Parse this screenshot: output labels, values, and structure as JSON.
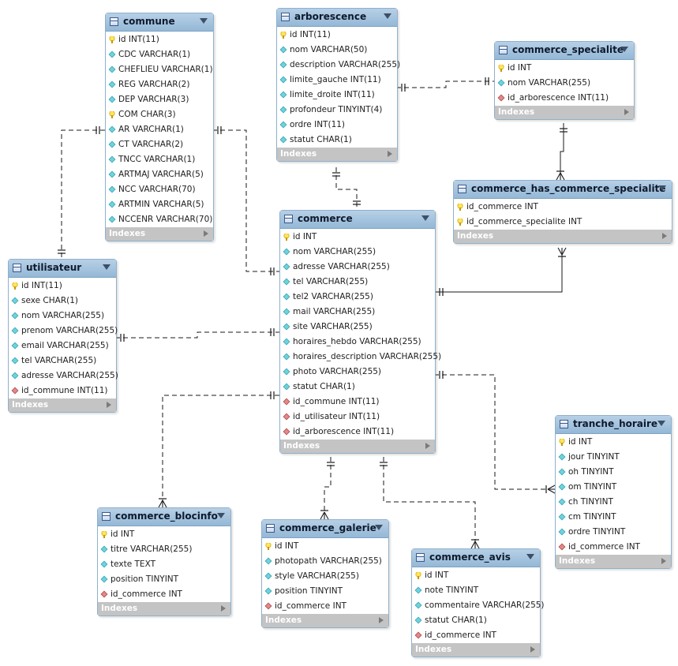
{
  "indexes_label": "Indexes",
  "tables": [
    {
      "name": "commune",
      "columns": [
        {
          "text": "id INT(11)",
          "kind": "pk"
        },
        {
          "text": "CDC VARCHAR(1)",
          "kind": "col"
        },
        {
          "text": "CHEFLIEU VARCHAR(1)",
          "kind": "col"
        },
        {
          "text": "REG VARCHAR(2)",
          "kind": "col"
        },
        {
          "text": "DEP VARCHAR(3)",
          "kind": "col"
        },
        {
          "text": "COM CHAR(3)",
          "kind": "pk"
        },
        {
          "text": "AR VARCHAR(1)",
          "kind": "col"
        },
        {
          "text": "CT VARCHAR(2)",
          "kind": "col"
        },
        {
          "text": "TNCC VARCHAR(1)",
          "kind": "col"
        },
        {
          "text": "ARTMAJ VARCHAR(5)",
          "kind": "col"
        },
        {
          "text": "NCC VARCHAR(70)",
          "kind": "col"
        },
        {
          "text": "ARTMIN VARCHAR(5)",
          "kind": "col"
        },
        {
          "text": "NCCENR VARCHAR(70)",
          "kind": "col"
        }
      ]
    },
    {
      "name": "arborescence",
      "columns": [
        {
          "text": "id INT(11)",
          "kind": "pk"
        },
        {
          "text": "nom VARCHAR(50)",
          "kind": "col"
        },
        {
          "text": "description VARCHAR(255)",
          "kind": "col"
        },
        {
          "text": "limite_gauche INT(11)",
          "kind": "col"
        },
        {
          "text": "limite_droite INT(11)",
          "kind": "col"
        },
        {
          "text": "profondeur TINYINT(4)",
          "kind": "col"
        },
        {
          "text": "ordre INT(11)",
          "kind": "col"
        },
        {
          "text": "statut CHAR(1)",
          "kind": "col"
        }
      ]
    },
    {
      "name": "commerce_specialite",
      "columns": [
        {
          "text": "id INT",
          "kind": "pk"
        },
        {
          "text": "nom VARCHAR(255)",
          "kind": "col"
        },
        {
          "text": "id_arborescence INT(11)",
          "kind": "fk"
        }
      ]
    },
    {
      "name": "commerce_has_commerce_specialite",
      "columns": [
        {
          "text": "id_commerce INT",
          "kind": "pk"
        },
        {
          "text": "id_commerce_specialite INT",
          "kind": "pk"
        }
      ]
    },
    {
      "name": "utilisateur",
      "columns": [
        {
          "text": "id INT(11)",
          "kind": "pk"
        },
        {
          "text": "sexe CHAR(1)",
          "kind": "col"
        },
        {
          "text": "nom VARCHAR(255)",
          "kind": "col"
        },
        {
          "text": "prenom VARCHAR(255)",
          "kind": "col"
        },
        {
          "text": "email VARCHAR(255)",
          "kind": "col"
        },
        {
          "text": "tel VARCHAR(255)",
          "kind": "col"
        },
        {
          "text": "adresse VARCHAR(255)",
          "kind": "col"
        },
        {
          "text": "id_commune INT(11)",
          "kind": "fk"
        }
      ]
    },
    {
      "name": "commerce",
      "columns": [
        {
          "text": "id INT",
          "kind": "pk"
        },
        {
          "text": "nom VARCHAR(255)",
          "kind": "col"
        },
        {
          "text": "adresse VARCHAR(255)",
          "kind": "col"
        },
        {
          "text": "tel VARCHAR(255)",
          "kind": "col"
        },
        {
          "text": "tel2 VARCHAR(255)",
          "kind": "col"
        },
        {
          "text": "mail VARCHAR(255)",
          "kind": "col"
        },
        {
          "text": "site VARCHAR(255)",
          "kind": "col"
        },
        {
          "text": "horaires_hebdo VARCHAR(255)",
          "kind": "col"
        },
        {
          "text": "horaires_description VARCHAR(255)",
          "kind": "col"
        },
        {
          "text": "photo VARCHAR(255)",
          "kind": "col"
        },
        {
          "text": "statut CHAR(1)",
          "kind": "col"
        },
        {
          "text": "id_commune INT(11)",
          "kind": "fk"
        },
        {
          "text": "id_utilisateur INT(11)",
          "kind": "fk"
        },
        {
          "text": "id_arborescence INT(11)",
          "kind": "fk"
        }
      ]
    },
    {
      "name": "tranche_horaire",
      "columns": [
        {
          "text": "id INT",
          "kind": "pk"
        },
        {
          "text": "jour TINYINT",
          "kind": "col"
        },
        {
          "text": "oh TINYINT",
          "kind": "col"
        },
        {
          "text": "om TINYINT",
          "kind": "col"
        },
        {
          "text": "ch TINYINT",
          "kind": "col"
        },
        {
          "text": "cm TINYINT",
          "kind": "col"
        },
        {
          "text": "ordre TINYINT",
          "kind": "col"
        },
        {
          "text": "id_commerce INT",
          "kind": "fk"
        }
      ]
    },
    {
      "name": "commerce_blocinfo",
      "columns": [
        {
          "text": "id INT",
          "kind": "pk"
        },
        {
          "text": "titre VARCHAR(255)",
          "kind": "col"
        },
        {
          "text": "texte TEXT",
          "kind": "col"
        },
        {
          "text": "position TINYINT",
          "kind": "col"
        },
        {
          "text": "id_commerce INT",
          "kind": "fk"
        }
      ]
    },
    {
      "name": "commerce_galerie",
      "columns": [
        {
          "text": "id INT",
          "kind": "pk"
        },
        {
          "text": "photopath VARCHAR(255)",
          "kind": "col"
        },
        {
          "text": "style VARCHAR(255)",
          "kind": "col"
        },
        {
          "text": "position TINYINT",
          "kind": "col"
        },
        {
          "text": "id_commerce INT",
          "kind": "fk"
        }
      ]
    },
    {
      "name": "commerce_avis",
      "columns": [
        {
          "text": "id INT",
          "kind": "pk"
        },
        {
          "text": "note TINYINT",
          "kind": "col"
        },
        {
          "text": "commentaire VARCHAR(255)",
          "kind": "col"
        },
        {
          "text": "statut CHAR(1)",
          "kind": "col"
        },
        {
          "text": "id_commerce INT",
          "kind": "fk"
        }
      ]
    }
  ],
  "relations": [
    {
      "from": "commune",
      "to": "utilisateur",
      "style": "dashed",
      "from_end": "one",
      "to_end": "one"
    },
    {
      "from": "commune",
      "to": "commerce",
      "style": "dashed",
      "from_end": "one",
      "to_end": "one"
    },
    {
      "from": "arborescence",
      "to": "commerce",
      "style": "dashed",
      "from_end": "one",
      "to_end": "one"
    },
    {
      "from": "arborescence",
      "to": "commerce_specialite",
      "style": "dashed",
      "from_end": "one",
      "to_end": "one"
    },
    {
      "from": "commerce_specialite",
      "to": "commerce_has_commerce_specialite",
      "style": "solid",
      "from_end": "one",
      "to_end": "many"
    },
    {
      "from": "commerce",
      "to": "commerce_has_commerce_specialite",
      "style": "solid",
      "from_end": "one",
      "to_end": "many"
    },
    {
      "from": "utilisateur",
      "to": "commerce",
      "style": "dashed",
      "from_end": "one",
      "to_end": "one"
    },
    {
      "from": "commerce",
      "to": "tranche_horaire",
      "style": "dashed",
      "from_end": "one",
      "to_end": "many"
    },
    {
      "from": "commerce",
      "to": "commerce_blocinfo",
      "style": "dashed",
      "from_end": "one",
      "to_end": "many"
    },
    {
      "from": "commerce",
      "to": "commerce_galerie",
      "style": "dashed",
      "from_end": "one",
      "to_end": "many"
    },
    {
      "from": "commerce",
      "to": "commerce_avis",
      "style": "dashed",
      "from_end": "one",
      "to_end": "many"
    }
  ]
}
